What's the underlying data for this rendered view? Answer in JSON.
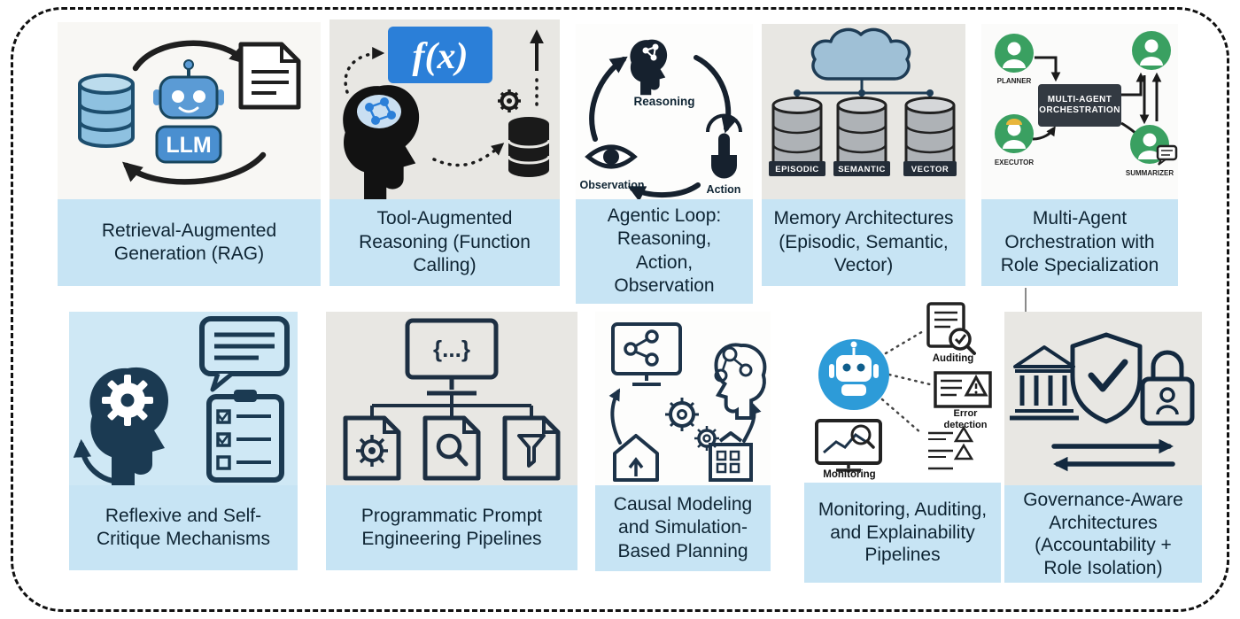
{
  "figure": {
    "background": "#ffffff",
    "border_color": "#111111"
  },
  "colors": {
    "label_bg": "#c7e4f4",
    "label_text": "#0e2433",
    "gray_panel": "#e8e7e3",
    "offwhite_panel": "#f8f7f4",
    "blue_panel": "#cfe8f5",
    "function_blue": "#2b7fd8",
    "robot_blue": "#2d9bd8",
    "agent_green": "#3aa061",
    "dark_navy": "#16324a"
  },
  "cards": [
    {
      "label": "Retrieval-Augmented Generation (RAG)",
      "badge": "LLM"
    },
    {
      "label": "Tool-Augmented Reasoning (Function Calling)",
      "formula": "f(x)"
    },
    {
      "label": "Agentic Loop: Reasoning, Action, Observation",
      "nodes": {
        "reasoning": "Reasoning",
        "observation": "Observation",
        "action": "Action"
      }
    },
    {
      "label": "Memory Architectures (Episodic, Semantic, Vector)",
      "stores": [
        "EPISODIC",
        "SEMANTIC",
        "VECTOR"
      ]
    },
    {
      "label": "Multi-Agent Orchestration with Role Specialization",
      "hub": "MULTI-AGENT ORCHESTRATION",
      "roles": {
        "planner": "PLANNER",
        "executor": "EXECUTOR",
        "summarizer": "SUMMARIZER"
      }
    },
    {
      "label": "Reflexive and Self-Critique Mechanisms"
    },
    {
      "label": "Programmatic Prompt Engineering Pipelines",
      "code": "{...}"
    },
    {
      "label": "Causal Modeling and Simulation-Based Planning"
    },
    {
      "label": "Monitoring, Auditing, and Explainability Pipelines",
      "nodes": {
        "auditing": "Auditing",
        "error_detection": "Error detection",
        "monitoring": "Monitoring"
      }
    },
    {
      "label": "Governance-Aware Architectures (Accountability + Role Isolation)"
    }
  ]
}
